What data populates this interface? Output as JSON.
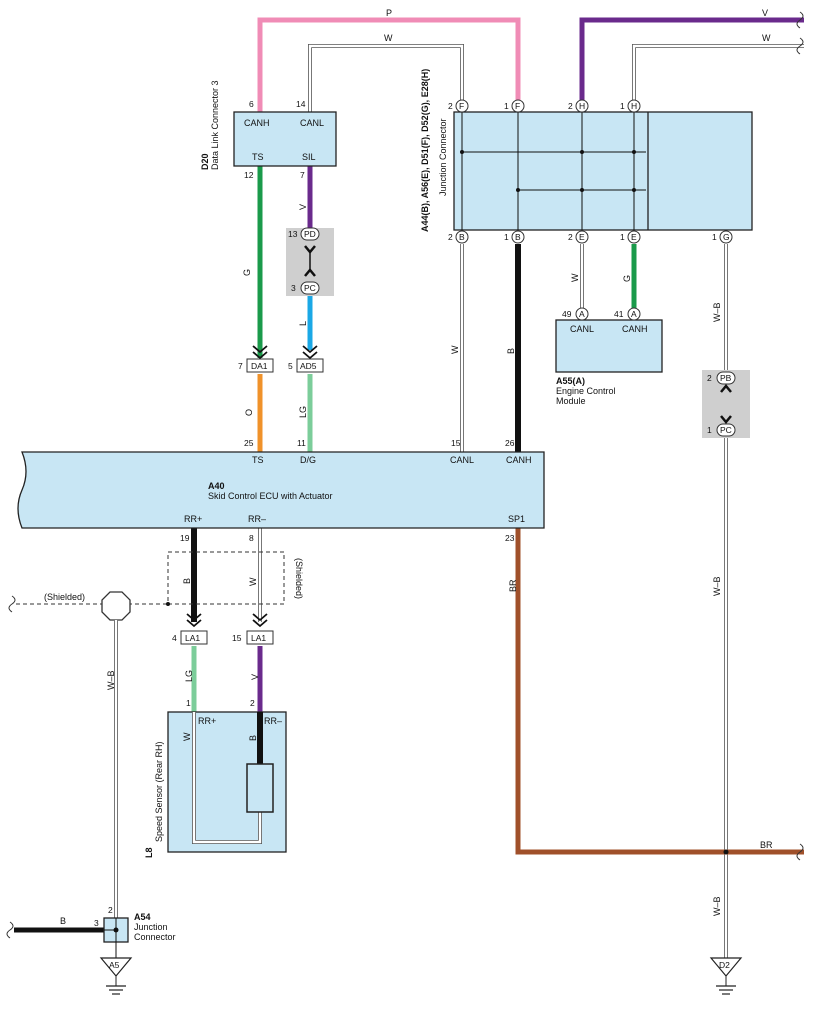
{
  "colors": {
    "pink": "#f08cb6",
    "violet": "#6a2a8c",
    "green": "#1a9a4a",
    "orange": "#f0922a",
    "blue": "#1aa8e6",
    "lightgreen": "#7ccd9a",
    "black": "#111111",
    "brown": "#a0502a",
    "white_wire": "#ffffff",
    "box_fill": "#c8e6f4",
    "shade": "#cfcfcf"
  },
  "wire_labels": {
    "p": "P",
    "w_top": "W",
    "v_top": "V",
    "w_right": "W",
    "g": "G",
    "v": "V",
    "l": "L",
    "o": "O",
    "lg": "LG",
    "w_mid": "W",
    "b_mid": "B",
    "w_a55": "W",
    "g_a55": "G",
    "wb_right": "W–B",
    "wb_right2": "W–B",
    "wb_right3": "W–B",
    "b_sh": "B",
    "w_sh": "W",
    "br": "BR",
    "br_right": "BR",
    "lg2": "LG",
    "v2": "V",
    "w_l8": "W",
    "b_l8": "B",
    "wb_left": "W–B",
    "b_bottom": "B",
    "shielded_left": "(Shielded)",
    "shielded_right": "(Shielded)"
  },
  "d20": {
    "code": "D20",
    "name": "Data Link Connector 3",
    "pin_canh": "CANH",
    "pin_canl": "CANL",
    "pin_ts": "TS",
    "pin_sil": "SIL",
    "n6": "6",
    "n14": "14",
    "n12": "12",
    "n7": "7"
  },
  "pd_pc": {
    "pd": "PD",
    "pc": "PC",
    "n13": "13",
    "n3": "3"
  },
  "inline": {
    "da1": "DA1",
    "ad5": "AD5",
    "n7": "7",
    "n5": "5",
    "la1a": "LA1",
    "la1b": "LA1",
    "n4": "4",
    "n15": "15"
  },
  "junction": {
    "codes": "A44(B), A56(E), D51(F), D52(G), E28(H)",
    "name": "Junction Connector",
    "top": [
      {
        "n": "2",
        "c": "F"
      },
      {
        "n": "1",
        "c": "F"
      },
      {
        "n": "2",
        "c": "H"
      },
      {
        "n": "1",
        "c": "H"
      }
    ],
    "bottom": [
      {
        "n": "2",
        "c": "B"
      },
      {
        "n": "1",
        "c": "B"
      },
      {
        "n": "2",
        "c": "E"
      },
      {
        "n": "1",
        "c": "E"
      },
      {
        "n": "1",
        "c": "G"
      }
    ]
  },
  "a55": {
    "code": "A55(A)",
    "name1": "Engine Control",
    "name2": "Module",
    "canl": "CANL",
    "canh": "CANH",
    "n49": "49",
    "n41": "41",
    "c": "A"
  },
  "pb_pc": {
    "pb": "PB",
    "pc": "PC",
    "n2": "2",
    "n1": "1"
  },
  "a40": {
    "code": "A40",
    "name": "Skid Control ECU with Actuator",
    "ts": "TS",
    "dg": "D/G",
    "canl": "CANL",
    "canh": "CANH",
    "rrp": "RR+",
    "rrm": "RR–",
    "sp1": "SP1",
    "n25": "25",
    "n11": "11",
    "n15": "15",
    "n26": "26",
    "n19": "19",
    "n8": "8",
    "n23": "23"
  },
  "l8": {
    "code": "L8",
    "name": "Speed Sensor (Rear RH)",
    "rrp": "RR+",
    "rrm": "RR–",
    "n1": "1",
    "n2": "2"
  },
  "a54": {
    "code": "A54",
    "name1": "Junction",
    "name2": "Connector",
    "n2": "2",
    "n3": "3"
  },
  "grounds": {
    "a5": "A5",
    "d2": "D2"
  }
}
